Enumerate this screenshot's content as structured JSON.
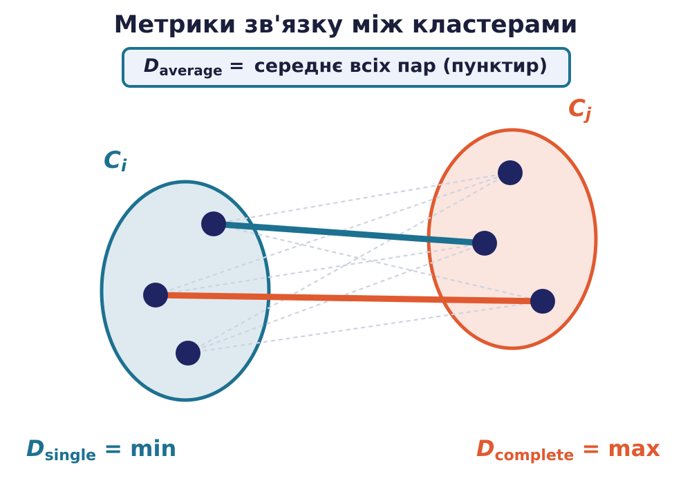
{
  "title": "Метрики зв'язку між кластерами",
  "average_box": {
    "symbol": "D",
    "subscript": "average",
    "equals": " =",
    "text": "середнє всіх пар (пунктир)"
  },
  "cluster_i": {
    "letter": "C",
    "subscript": "i"
  },
  "cluster_j": {
    "letter": "C",
    "subscript": "j"
  },
  "single_label": {
    "symbol": "D",
    "subscript": "single",
    "rhs": " = min"
  },
  "complete_label": {
    "symbol": "D",
    "subscript": "complete",
    "rhs": " = max"
  },
  "colors": {
    "title": "#1b1f3b",
    "cluster_i_stroke": "#1d7190",
    "cluster_i_fill": "#deeaf0",
    "cluster_j_stroke": "#e05a30",
    "cluster_j_fill": "#fae5df",
    "point": "#1f2462",
    "dashed": "#cdd3e0",
    "box_stroke": "#1d7190",
    "box_fill": "#eef3fb"
  }
}
